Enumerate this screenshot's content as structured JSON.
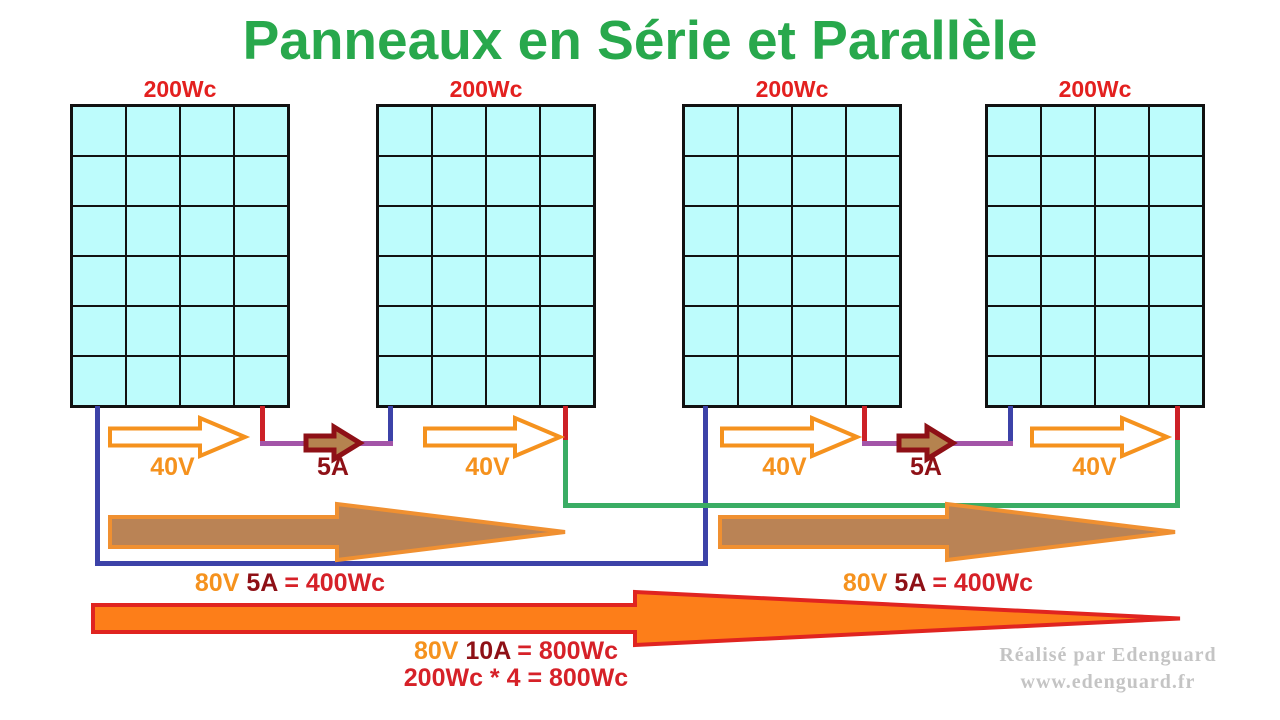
{
  "title": {
    "text": "Panneaux en Série et Parallèle"
  },
  "colors": {
    "title_green": "#28a84c",
    "label_red": "#e3201f",
    "orange": "#f5921e",
    "maroon": "#8e1016",
    "crimson": "#d62128",
    "wire_blue": "#3c42a8",
    "wire_red": "#cc2127",
    "wire_purple": "#a355a8",
    "wire_green": "#3aad64",
    "string_arrow_fill": "#ba8355",
    "string_arrow_border": "#f09031",
    "current_arrow_fill": "#b5834f",
    "current_arrow_border": "#8e1016",
    "output_arrow_fill": "#fd7e19",
    "output_arrow_border": "#e02420",
    "voltage_arrow_fill": "#ffffff",
    "cell_cyan": "#bdfcfc",
    "panel_border": "#111111",
    "watermark_gray": "#c4c4c4"
  },
  "panels": [
    {
      "power_label": "200Wc"
    },
    {
      "power_label": "200Wc"
    },
    {
      "power_label": "200Wc"
    },
    {
      "power_label": "200Wc"
    }
  ],
  "voltage_arrows": [
    {
      "label": "40V"
    },
    {
      "label": "40V"
    },
    {
      "label": "40V"
    },
    {
      "label": "40V"
    }
  ],
  "current_arrows": [
    {
      "label": "5A"
    },
    {
      "label": "5A"
    }
  ],
  "string_outputs": [
    {
      "parts": [
        {
          "text": "80V ",
          "color": "orange"
        },
        {
          "text": "5A",
          "color": "maroon"
        },
        {
          "text": " = 400Wc",
          "color": "crimson"
        }
      ]
    },
    {
      "parts": [
        {
          "text": "80V ",
          "color": "orange"
        },
        {
          "text": "5A",
          "color": "maroon"
        },
        {
          "text": " = 400Wc",
          "color": "crimson"
        }
      ]
    }
  ],
  "combined_output": {
    "line1": [
      {
        "text": "80V ",
        "color": "orange"
      },
      {
        "text": "10A",
        "color": "maroon"
      },
      {
        "text": " = 800Wc",
        "color": "crimson"
      }
    ],
    "line2": [
      {
        "text": "200Wc * 4 = 800Wc",
        "color": "crimson"
      }
    ]
  },
  "watermark": {
    "line1": "Réalisé par Edenguard",
    "line2": "www.edenguard.fr"
  }
}
